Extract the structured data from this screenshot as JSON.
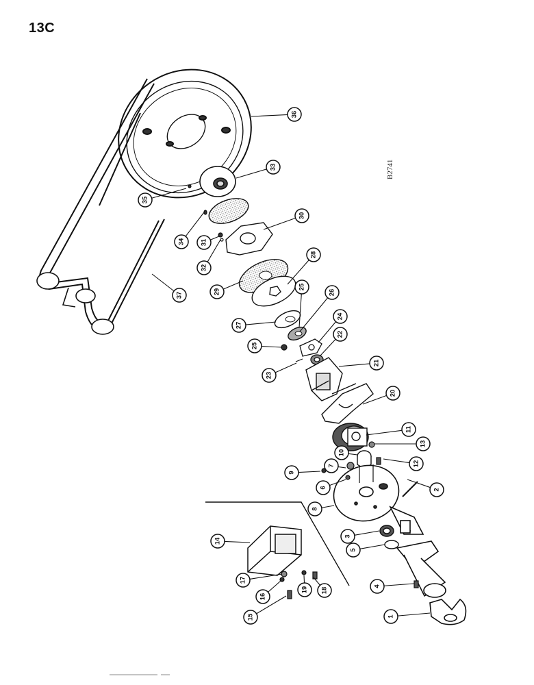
{
  "page_label": "13C",
  "drawing_number": "B2741",
  "callouts": [
    "1",
    "2",
    "3",
    "4",
    "5",
    "6",
    "7",
    "8",
    "9",
    "10",
    "11",
    "12",
    "13",
    "14",
    "15",
    "16",
    "17",
    "18",
    "19",
    "20",
    "21",
    "22",
    "23",
    "24",
    "25",
    "25",
    "26",
    "27",
    "28",
    "29",
    "30",
    "31",
    "32",
    "33",
    "34",
    "35",
    "36",
    "37"
  ],
  "colors": {
    "ink": "#111111",
    "paper": "#ffffff",
    "shade": "#8a8a8a"
  }
}
